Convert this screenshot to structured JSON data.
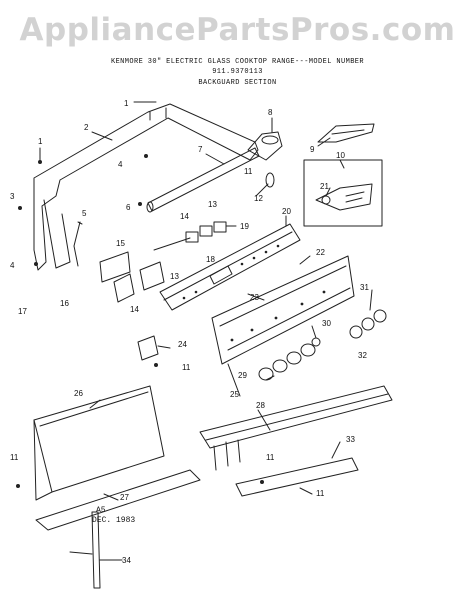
{
  "watermark": "AppliancePartsPros.com",
  "header": {
    "line1": "KENMORE 30\" ELECTRIC GLASS COOKTOP RANGE---MODEL NUMBER",
    "line2": "911.9370113",
    "line3": "BACKGUARD SECTION"
  },
  "footer": {
    "code": "A5",
    "date": "DEC. 1983"
  },
  "callouts": [
    {
      "key": "c1a",
      "label": "1"
    },
    {
      "key": "c1b",
      "label": "1"
    },
    {
      "key": "c2",
      "label": "2"
    },
    {
      "key": "c3",
      "label": "3"
    },
    {
      "key": "c4a",
      "label": "4"
    },
    {
      "key": "c4b",
      "label": "4"
    },
    {
      "key": "c5",
      "label": "5"
    },
    {
      "key": "c6",
      "label": "6"
    },
    {
      "key": "c7",
      "label": "7"
    },
    {
      "key": "c8",
      "label": "8"
    },
    {
      "key": "c9",
      "label": "9"
    },
    {
      "key": "c10",
      "label": "10"
    },
    {
      "key": "c11a",
      "label": "11"
    },
    {
      "key": "c11b",
      "label": "11"
    },
    {
      "key": "c11c",
      "label": "11"
    },
    {
      "key": "c11d",
      "label": "11"
    },
    {
      "key": "c11e",
      "label": "11"
    },
    {
      "key": "c12",
      "label": "12"
    },
    {
      "key": "c13a",
      "label": "13"
    },
    {
      "key": "c13b",
      "label": "13"
    },
    {
      "key": "c14a",
      "label": "14"
    },
    {
      "key": "c14b",
      "label": "14"
    },
    {
      "key": "c15",
      "label": "15"
    },
    {
      "key": "c16",
      "label": "16"
    },
    {
      "key": "c17",
      "label": "17"
    },
    {
      "key": "c18",
      "label": "18"
    },
    {
      "key": "c19",
      "label": "19"
    },
    {
      "key": "c20",
      "label": "20"
    },
    {
      "key": "c21",
      "label": "21"
    },
    {
      "key": "c22",
      "label": "22"
    },
    {
      "key": "c23",
      "label": "23"
    },
    {
      "key": "c24",
      "label": "24"
    },
    {
      "key": "c25",
      "label": "25"
    },
    {
      "key": "c26",
      "label": "26"
    },
    {
      "key": "c27",
      "label": "27"
    },
    {
      "key": "c28",
      "label": "28"
    },
    {
      "key": "c29",
      "label": "29"
    },
    {
      "key": "c30",
      "label": "30"
    },
    {
      "key": "c31",
      "label": "31"
    },
    {
      "key": "c32",
      "label": "32"
    },
    {
      "key": "c33",
      "label": "33"
    },
    {
      "key": "c34",
      "label": "34"
    }
  ]
}
